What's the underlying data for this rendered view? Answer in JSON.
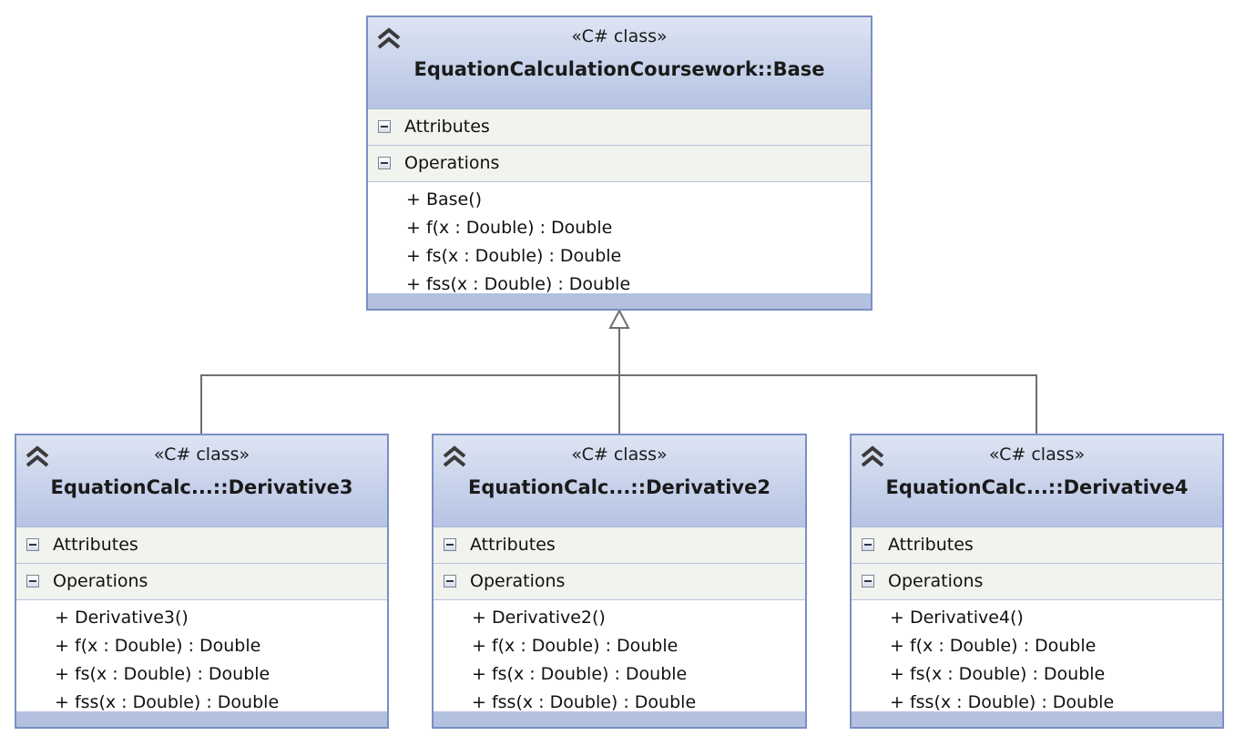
{
  "diagram": {
    "classes": [
      {
        "id": "base",
        "stereotype": "«C# class»",
        "name": "EquationCalculationCoursework::Base",
        "attributes_label": "Attributes",
        "operations_label": "Operations",
        "operations": [
          "+ Base()",
          "+ f(x : Double) : Double",
          "+ fs(x : Double) : Double",
          "+ fss(x : Double) : Double"
        ]
      },
      {
        "id": "derivative3",
        "stereotype": "«C# class»",
        "name": "EquationCalc...::Derivative3",
        "attributes_label": "Attributes",
        "operations_label": "Operations",
        "operations": [
          "+ Derivative3()",
          "+ f(x : Double) : Double",
          "+ fs(x : Double) : Double",
          "+ fss(x : Double) : Double"
        ]
      },
      {
        "id": "derivative2",
        "stereotype": "«C# class»",
        "name": "EquationCalc...::Derivative2",
        "attributes_label": "Attributes",
        "operations_label": "Operations",
        "operations": [
          "+ Derivative2()",
          "+ f(x : Double) : Double",
          "+ fs(x : Double) : Double",
          "+ fss(x : Double) : Double"
        ]
      },
      {
        "id": "derivative4",
        "stereotype": "«C# class»",
        "name": "EquationCalc...::Derivative4",
        "attributes_label": "Attributes",
        "operations_label": "Operations",
        "operations": [
          "+ Derivative4()",
          "+ f(x : Double) : Double",
          "+ fs(x : Double) : Double",
          "+ fss(x : Double) : Double"
        ]
      }
    ],
    "colors": {
      "border": "#7b8fc4",
      "header_gradient_top": "#dde4f3",
      "header_gradient_bottom": "#b6c3e3",
      "section_bar": "#f1f3ee",
      "connector": "#6f6f6f"
    }
  }
}
